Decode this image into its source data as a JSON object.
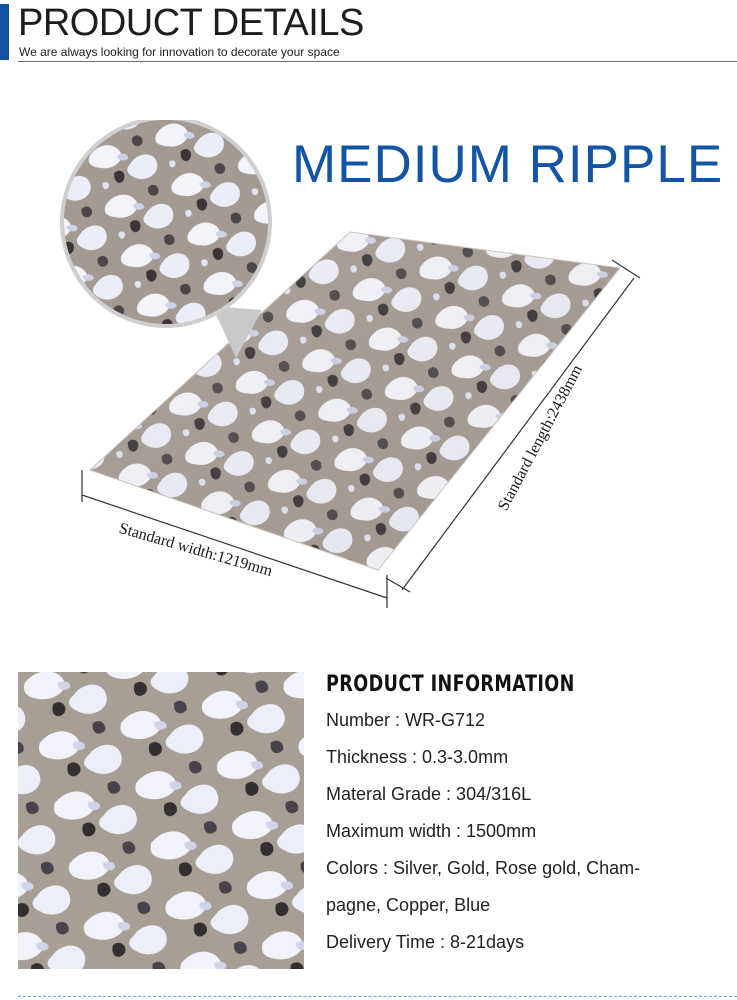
{
  "header": {
    "title": "PRODUCT DETAILS",
    "subtitle": "We are always looking for innovation to decorate your space"
  },
  "product": {
    "name": "MEDIUM RIPPLE",
    "dimensions": {
      "width_label": "Standard width:1219mm",
      "length_label": "Standard length:2438mm"
    }
  },
  "info": {
    "heading": "PRODUCT INFORMATION",
    "lines": [
      "Number :  WR-G712",
      "Thickness : 0.3-3.0mm",
      "Materal Grade : 304/316L",
      "Maximum width : 1500mm",
      "Colors : Silver, Gold, Rose gold, Cham-",
      "pagne, Copper, Blue",
      "Delivery Time : 8-21days"
    ]
  },
  "colors": {
    "accent": "#1354a5",
    "metal_light": "#eef0f8",
    "metal_mid": "#a39a93",
    "metal_dark": "#2d2a2c"
  }
}
